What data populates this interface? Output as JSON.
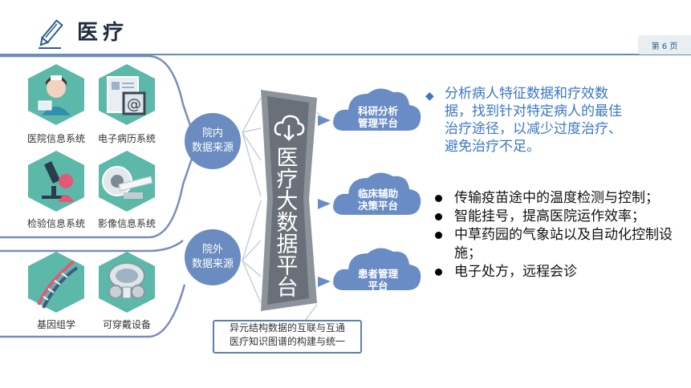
{
  "header": {
    "title": "医疗",
    "page_badge": "第 6 页"
  },
  "sources": {
    "items": [
      {
        "label": "医院信息系统",
        "icon": "nurse-icon"
      },
      {
        "label": "电子病历系统",
        "icon": "medical-record-icon"
      },
      {
        "label": "检验信息系统",
        "icon": "microscope-icon"
      },
      {
        "label": "影像信息系统",
        "icon": "ct-scanner-icon"
      },
      {
        "label": "基因组学",
        "icon": "dna-icon"
      },
      {
        "label": "可穿戴设备",
        "icon": "wearable-mask-icon"
      }
    ],
    "internal_label": "院内\n数据来源",
    "external_label": "院外\n数据来源"
  },
  "platform": {
    "label": "医疗大数据平台"
  },
  "info_box": {
    "line1": "异元结构数据的互联与互通",
    "line2": "医疗知识图谱的构建与统一"
  },
  "clouds": [
    {
      "line1": "科研分析",
      "line2": "管理平台"
    },
    {
      "line1": "临床辅助",
      "line2": "决策平台"
    },
    {
      "line1": "患者管理",
      "line2": "平台"
    }
  ],
  "summary": {
    "bullet_icon": "diamond-icon",
    "text": "分析病人特征数据和疗效数据，找到针对特定病人的最佳治疗途径，以减少过度治疗、避免治疗不足。"
  },
  "bullets": [
    "传输疫苗途中的温度检测与控制；",
    "智能挂号，提高医院运作效率；",
    "中草药园的气象站以及自动化控制设施；",
    "电子处方，远程会诊"
  ],
  "colors": {
    "hex": "#5cb8a8",
    "circle": "#6b8cc0",
    "cloud": "#6a8cc4",
    "accent": "#3a78c4"
  }
}
